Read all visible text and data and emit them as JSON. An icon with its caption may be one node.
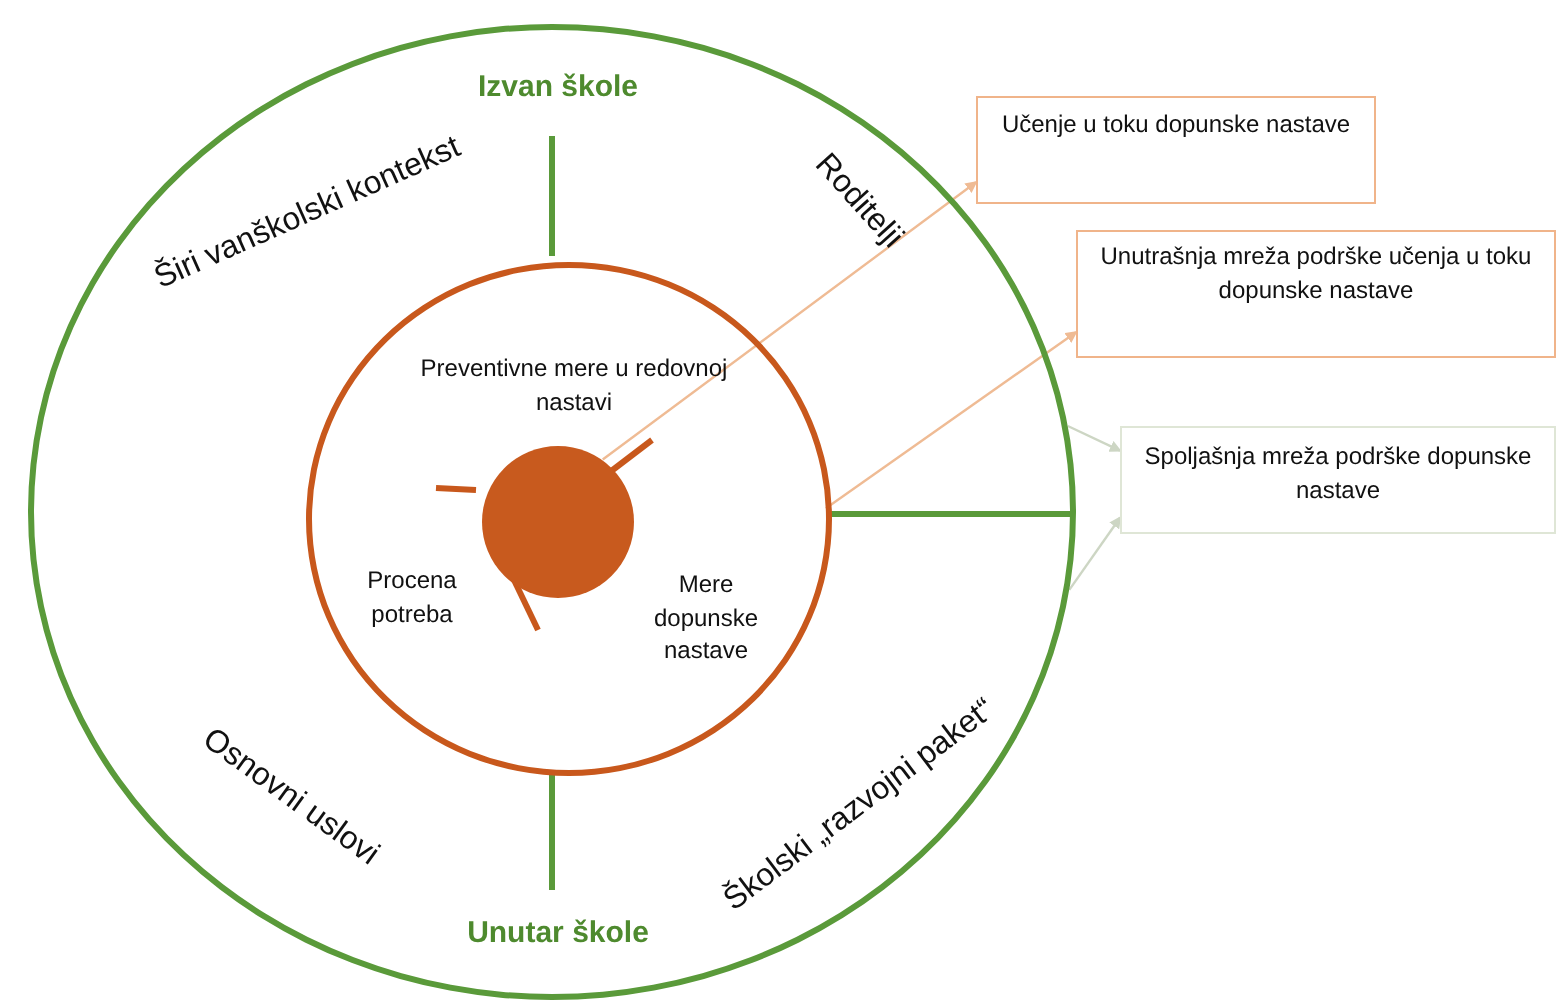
{
  "diagram": {
    "nodes": [
      {
        "text": [
          "Izvan škole",
          "Širi vanškolski kontekst",
          "Roditelji",
          "Osnovni uslovi",
          "Školski „razvojni paket“",
          "Unutar škole"
        ]
      },
      {
        "text": [
          "Preventivne mere u redovnoj nastavi",
          "Procena potreba",
          "Mere dopunske nastave"
        ],
        "in": 0
      },
      {
        "text": [],
        "shape": "circle",
        "in": 1
      },
      {
        "text": [
          "Učenje u toku dopunske nastave"
        ]
      },
      {
        "text": [
          "Unutrašnja mreža podrške učenja u toku dopunske nastave"
        ]
      },
      {
        "text": [
          "Spoljašnja mreža podrške dopunske nastave"
        ]
      }
    ],
    "edges": [
      {
        "from": 2,
        "to": 3,
        "arrow": "to",
        "color": "#efbb94"
      },
      {
        "from": 1,
        "to": 4,
        "arrow": "to",
        "color": "#efbb94"
      },
      {
        "from": 0,
        "to": 5,
        "arrow": "to",
        "color": "#cdd6c4"
      },
      {
        "from": 0,
        "to": 5,
        "arrow": "to",
        "color": "#cdd6c4"
      }
    ]
  }
}
